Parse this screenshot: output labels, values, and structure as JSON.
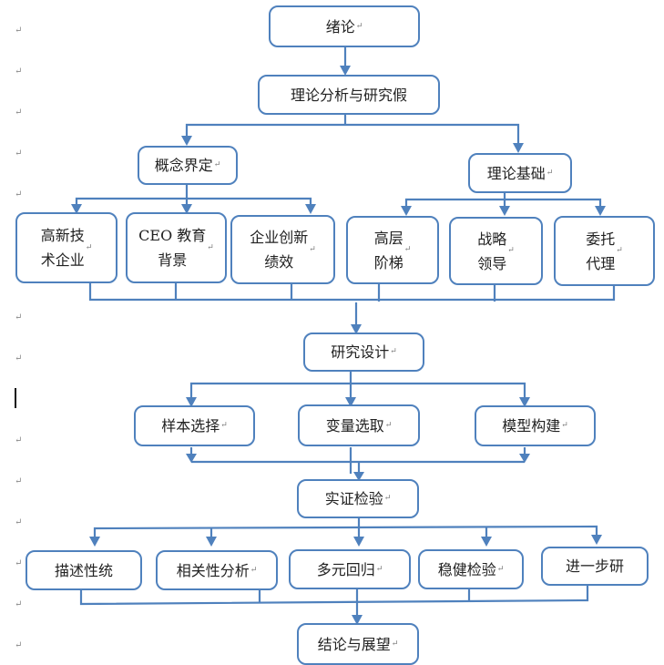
{
  "diagram": {
    "type": "flowchart",
    "accent_color": "#4f81bd",
    "paragraph_mark": "↵",
    "nodes": {
      "intro": {
        "label": "绪论",
        "pm": true
      },
      "theory_hypothesis": {
        "label": "理论分析与研究假",
        "pm": false
      },
      "concept_definition": {
        "label": "概念界定",
        "pm": true
      },
      "theory_basis": {
        "label": "理论基础",
        "pm": true
      },
      "hightech": {
        "label": "高新技\n术企业",
        "pm": true
      },
      "ceo_edu": {
        "label": "CEO 教育\n背景",
        "pm": true
      },
      "innovation": {
        "label": "企业创新\n绩效",
        "pm": true
      },
      "upper_echelon": {
        "label": "高层\n阶梯",
        "pm": true
      },
      "strategic_leadership": {
        "label": "战略\n领导",
        "pm": true
      },
      "agency": {
        "label": "委托\n代理",
        "pm": true
      },
      "research_design": {
        "label": "研究设计",
        "pm": true
      },
      "sample": {
        "label": "样本选择",
        "pm": true
      },
      "variables": {
        "label": "变量选取",
        "pm": true
      },
      "model": {
        "label": "模型构建",
        "pm": true
      },
      "empirical": {
        "label": "实证检验",
        "pm": true
      },
      "descriptive": {
        "label": "描述性统",
        "pm": false
      },
      "correlation": {
        "label": "相关性分析",
        "pm": true
      },
      "regression": {
        "label": "多元回归",
        "pm": true
      },
      "robustness": {
        "label": "稳健检验",
        "pm": true
      },
      "further": {
        "label": "进一步研",
        "pm": false
      },
      "conclusion": {
        "label": "结论与展望",
        "pm": true
      }
    },
    "edges": [
      [
        "intro",
        "theory_hypothesis"
      ],
      [
        "theory_hypothesis",
        "concept_definition"
      ],
      [
        "theory_hypothesis",
        "theory_basis"
      ],
      [
        "concept_definition",
        "hightech"
      ],
      [
        "concept_definition",
        "ceo_edu"
      ],
      [
        "concept_definition",
        "innovation"
      ],
      [
        "theory_basis",
        "upper_echelon"
      ],
      [
        "theory_basis",
        "strategic_leadership"
      ],
      [
        "theory_basis",
        "agency"
      ],
      [
        "hightech",
        "research_design"
      ],
      [
        "ceo_edu",
        "research_design"
      ],
      [
        "innovation",
        "research_design"
      ],
      [
        "upper_echelon",
        "research_design"
      ],
      [
        "strategic_leadership",
        "research_design"
      ],
      [
        "agency",
        "research_design"
      ],
      [
        "research_design",
        "sample"
      ],
      [
        "research_design",
        "variables"
      ],
      [
        "research_design",
        "model"
      ],
      [
        "sample",
        "empirical"
      ],
      [
        "variables",
        "empirical"
      ],
      [
        "model",
        "empirical"
      ],
      [
        "empirical",
        "descriptive"
      ],
      [
        "empirical",
        "correlation"
      ],
      [
        "empirical",
        "regression"
      ],
      [
        "empirical",
        "robustness"
      ],
      [
        "empirical",
        "further"
      ],
      [
        "descriptive",
        "conclusion"
      ],
      [
        "correlation",
        "conclusion"
      ],
      [
        "regression",
        "conclusion"
      ],
      [
        "robustness",
        "conclusion"
      ],
      [
        "further",
        "conclusion"
      ]
    ]
  }
}
